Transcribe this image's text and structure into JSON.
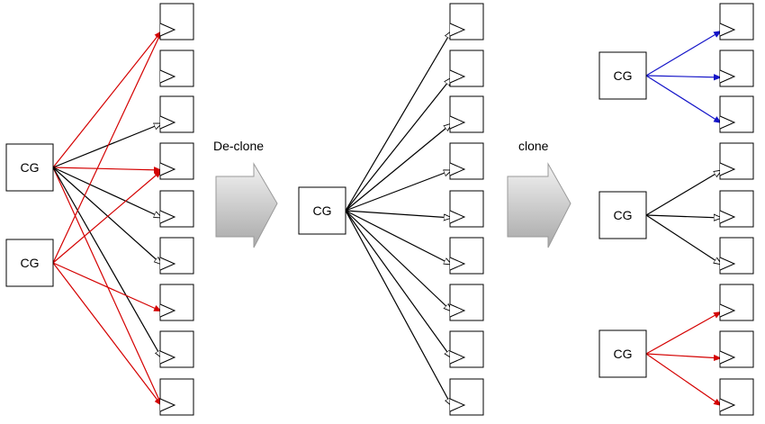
{
  "colors": {
    "black": "#000000",
    "red": "#d40000",
    "blue": "#1414c8",
    "arrow_light": "#f2f2f2",
    "arrow_dark": "#a8a8a8"
  },
  "cg_label": "CG",
  "steps": {
    "declone": "De-clone",
    "clone": "clone"
  },
  "panels": {
    "left": {
      "cg_count": 2,
      "sink_count": 9,
      "fanout": [
        {
          "cg": 0,
          "color": "red",
          "sinks": [
            0,
            3,
            8
          ]
        },
        {
          "cg": 0,
          "color": "black",
          "sinks": [
            2,
            4,
            5,
            7
          ]
        },
        {
          "cg": 1,
          "color": "red",
          "sinks": [
            0,
            3,
            6
          ]
        },
        {
          "cg": 1,
          "color": "red",
          "sinks": [
            8
          ]
        }
      ]
    },
    "middle": {
      "cg_count": 1,
      "sink_count": 9,
      "fanout": [
        {
          "cg": 0,
          "color": "black",
          "sinks": [
            0,
            1,
            2,
            3,
            4,
            5,
            6,
            7,
            8
          ]
        }
      ]
    },
    "right": {
      "cg_count": 3,
      "sink_count": 9,
      "fanout": [
        {
          "cg": 0,
          "color": "blue",
          "sinks": [
            0,
            1,
            2
          ]
        },
        {
          "cg": 1,
          "color": "black",
          "sinks": [
            3,
            4,
            5
          ]
        },
        {
          "cg": 2,
          "color": "red",
          "sinks": [
            6,
            7,
            8
          ]
        }
      ]
    }
  }
}
